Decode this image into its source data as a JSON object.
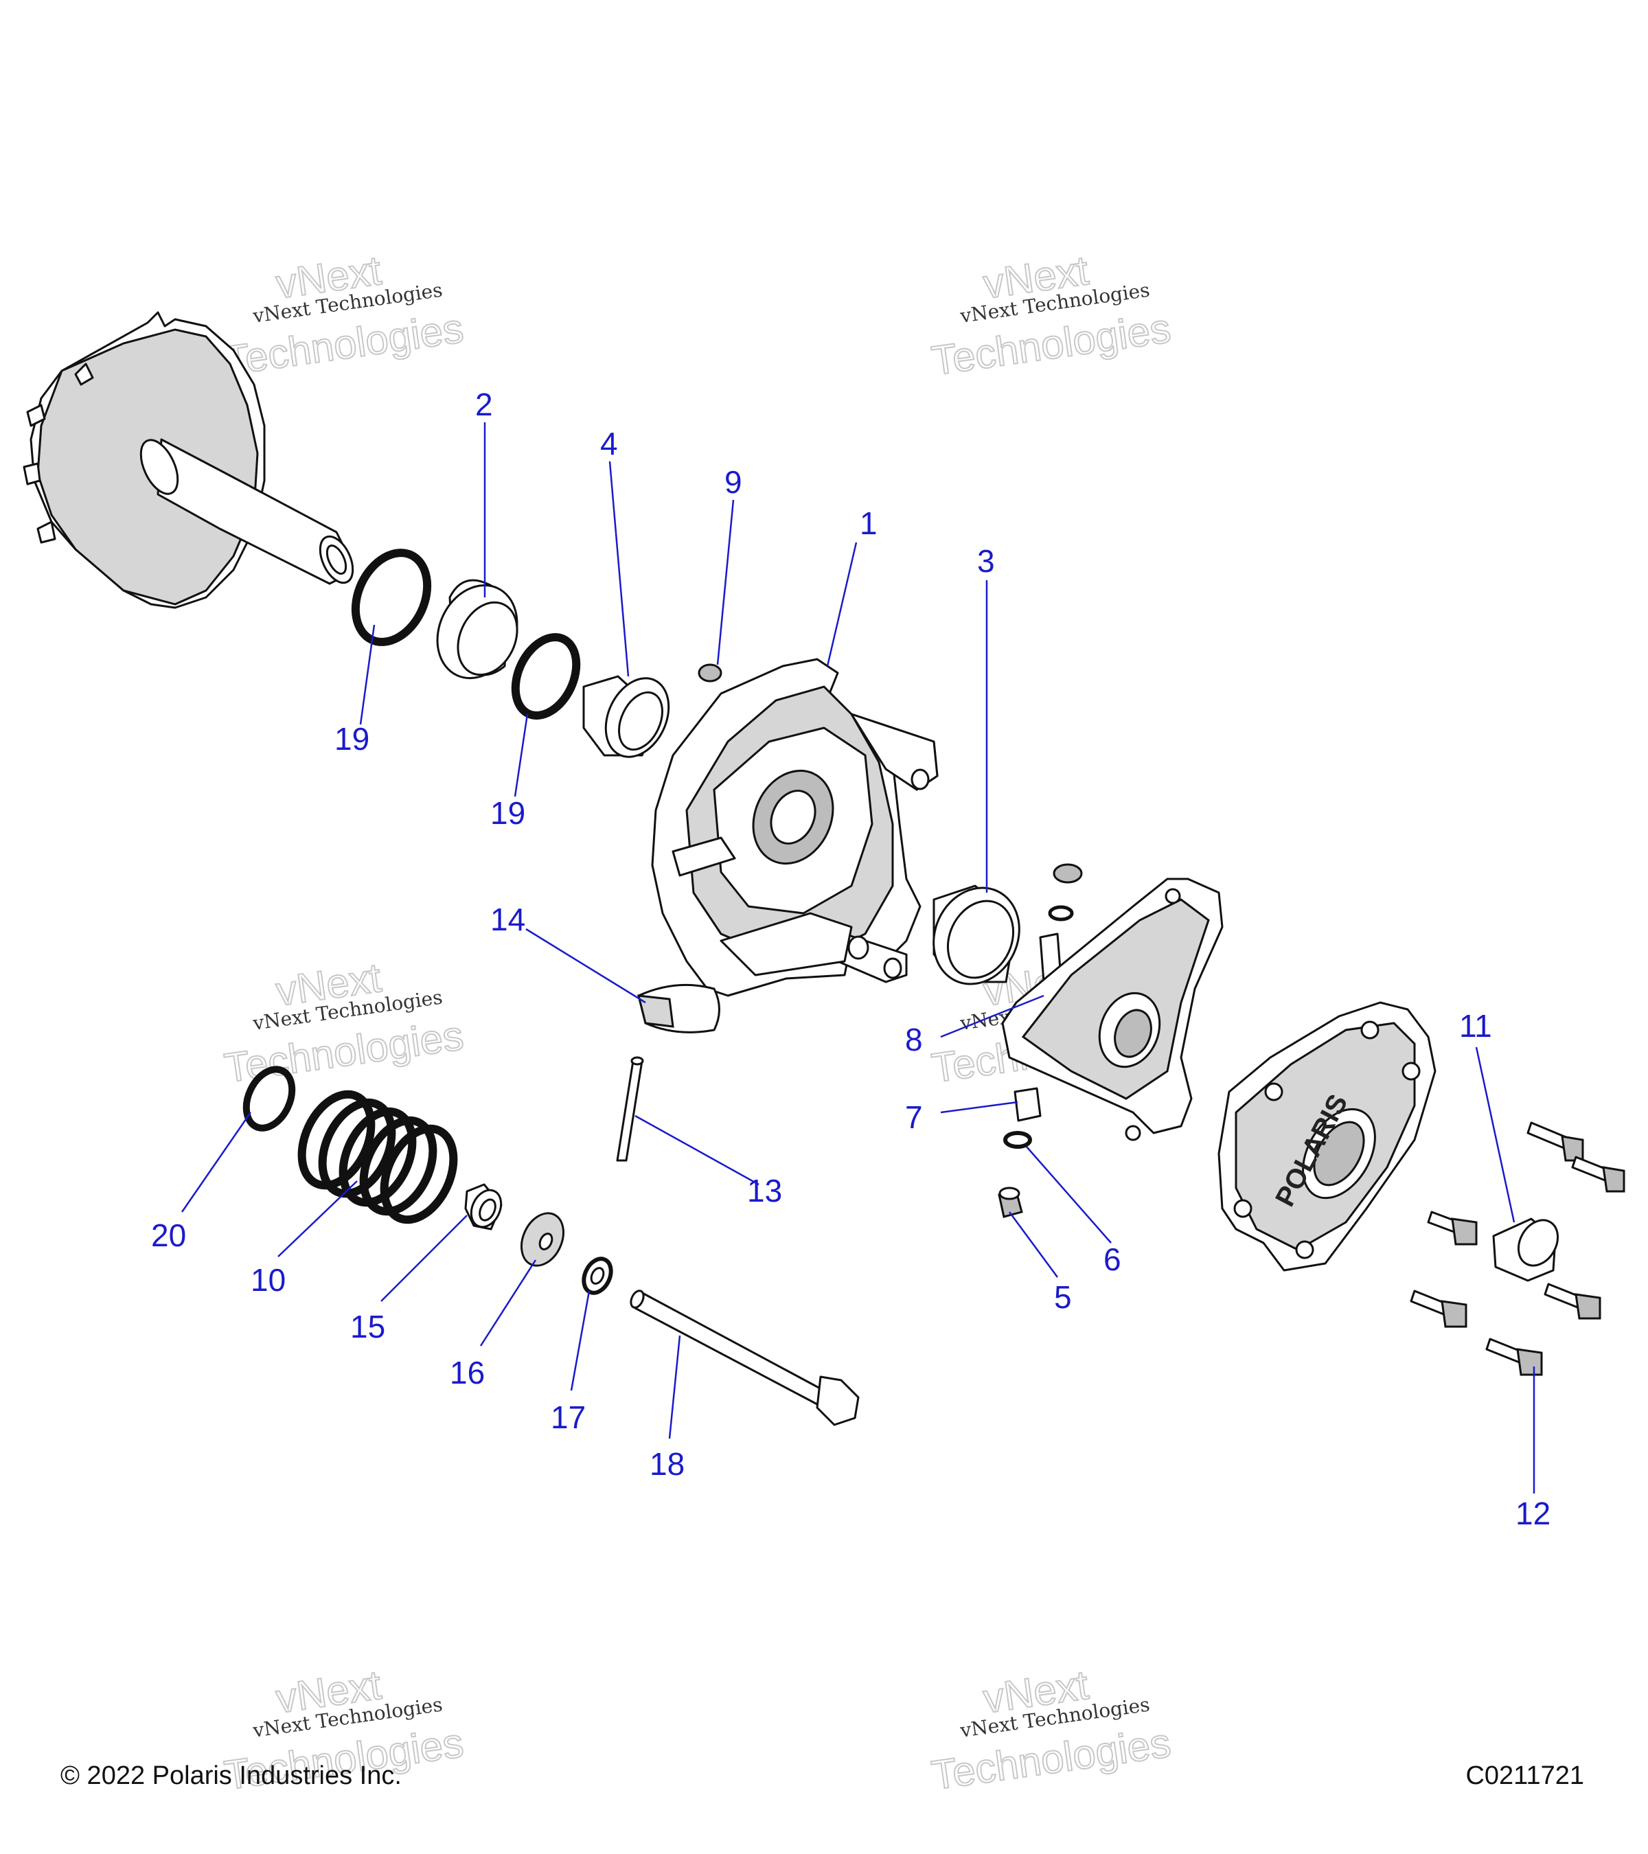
{
  "callouts": [
    "1",
    "2",
    "3",
    "4",
    "5",
    "6",
    "7",
    "8",
    "9",
    "10",
    "11",
    "12",
    "13",
    "14",
    "15",
    "16",
    "17",
    "18",
    "19",
    "20"
  ],
  "callout_19_second": "19",
  "watermark": {
    "line1": "vNext Technologies",
    "big_top": "vNext",
    "big_bottom": "Technologies"
  },
  "footer": {
    "copyright": "© 2022 Polaris Industries Inc.",
    "figure_id": "C0211721"
  },
  "logo_text": "POLARIS"
}
